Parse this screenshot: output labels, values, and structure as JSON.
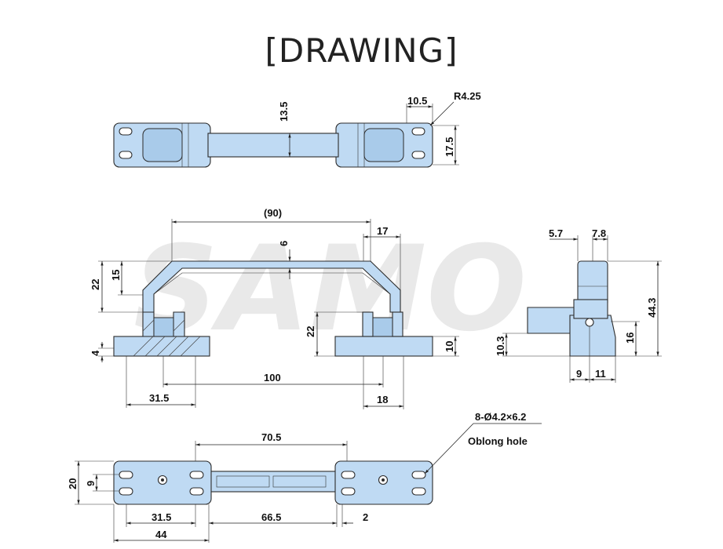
{
  "title": "[DRAWING]",
  "watermark": "SAMO",
  "dimensions": {
    "top_view": {
      "height": "13.5",
      "end_width": "10.5",
      "radius": "R4.25",
      "end_height": "17.5"
    },
    "front_view": {
      "span": "(90)",
      "thickness": "6",
      "end_width": "17",
      "height_total": "22",
      "height_grip": "15",
      "inner_height": "22",
      "base_left": "4",
      "base_right": "10",
      "center_distance": "100",
      "left_offset": "31.5",
      "right_width": "18"
    },
    "side_view": {
      "w1": "5.7",
      "w2": "7.8",
      "height": "44.3",
      "h_left": "10.3",
      "h_right": "16",
      "b1": "9",
      "b2": "11"
    },
    "bottom_view": {
      "hole_spacing": "70.5",
      "height": "20",
      "hole_pitch": "9",
      "w_left": "31.5",
      "w_mid": "66.5",
      "gap": "2",
      "w_total": "44"
    }
  },
  "notes": {
    "hole_spec": "8-Ø4.2×6.2",
    "hole_type": "Oblong hole"
  },
  "colors": {
    "part_fill": "#bfdaf3",
    "outline": "#2b2b2b"
  }
}
